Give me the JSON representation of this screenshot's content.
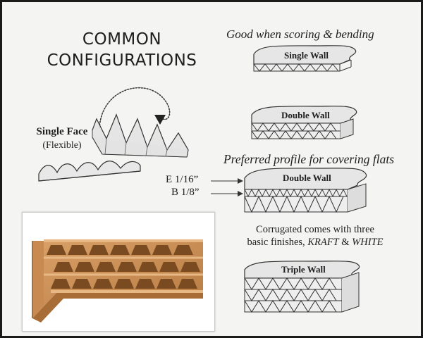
{
  "title": {
    "line1": "COMMON",
    "line2": "CONFIGURATIONS"
  },
  "captions": {
    "scoring": "Good when scoring & bending",
    "covering": "Preferred profile for covering flats"
  },
  "single_face": {
    "name": "Single Face",
    "note": "(Flexible)"
  },
  "boards": {
    "single_wall": "Single Wall",
    "double_wall_1": "Double Wall",
    "double_wall_2": "Double Wall",
    "triple_wall": "Triple Wall"
  },
  "flutes": {
    "e": "E  1/16”",
    "b": "B  1/8”"
  },
  "finishes": {
    "line1": "Corrugated comes with three",
    "line2_prefix": "basic finishes, ",
    "kraft": "KRAFT",
    "amp": " & ",
    "white": "WHITE"
  },
  "colors": {
    "ink": "#1e1e1e",
    "board_fill": "#e6e6e6",
    "board_line": "#333333",
    "kraft": "#c98f56",
    "kraft_dark": "#8a5a2c"
  },
  "icons": [
    "curl-arrow-icon",
    "arrow-right-icon"
  ]
}
